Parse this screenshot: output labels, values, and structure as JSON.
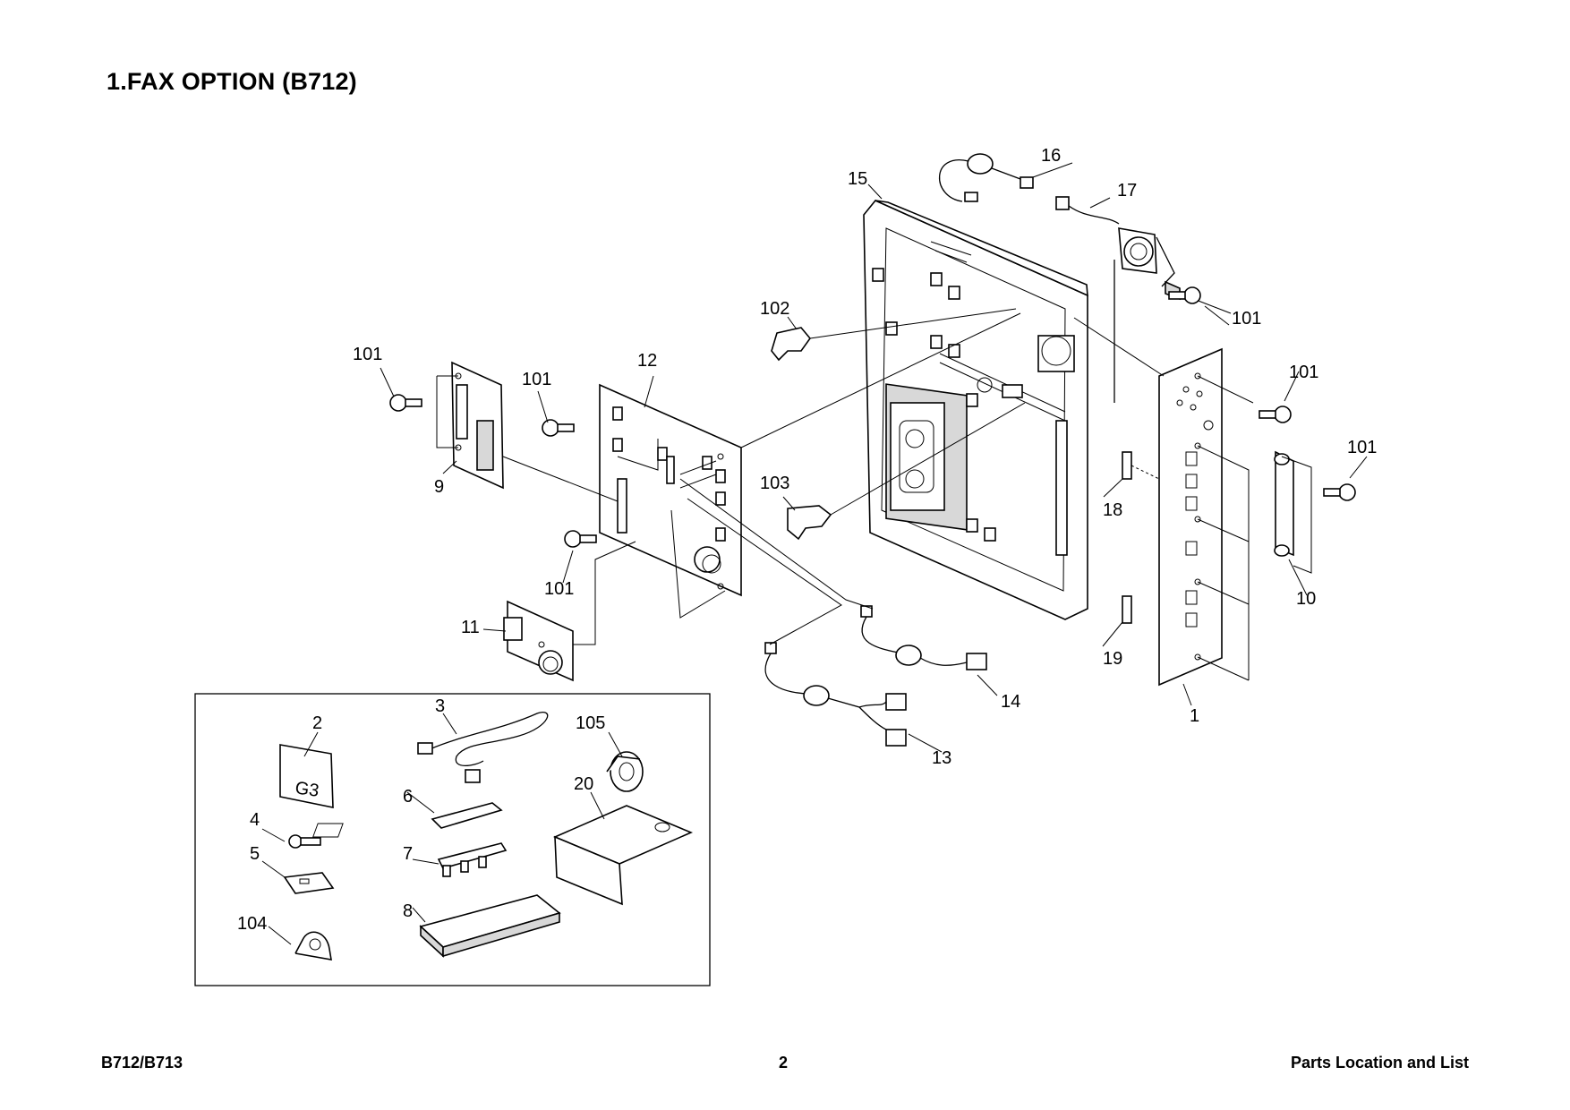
{
  "header": {
    "title": "1.FAX OPTION (B712)"
  },
  "footer": {
    "model": "B712/B713",
    "page": "2",
    "section": "Parts Location and List"
  },
  "diagram": {
    "callouts": [
      "1",
      "2",
      "3",
      "4",
      "5",
      "6",
      "7",
      "8",
      "9",
      "10",
      "11",
      "12",
      "13",
      "14",
      "15",
      "16",
      "17",
      "18",
      "19",
      "20",
      "101",
      "102",
      "103",
      "104",
      "105"
    ],
    "label_g3": "G3"
  }
}
